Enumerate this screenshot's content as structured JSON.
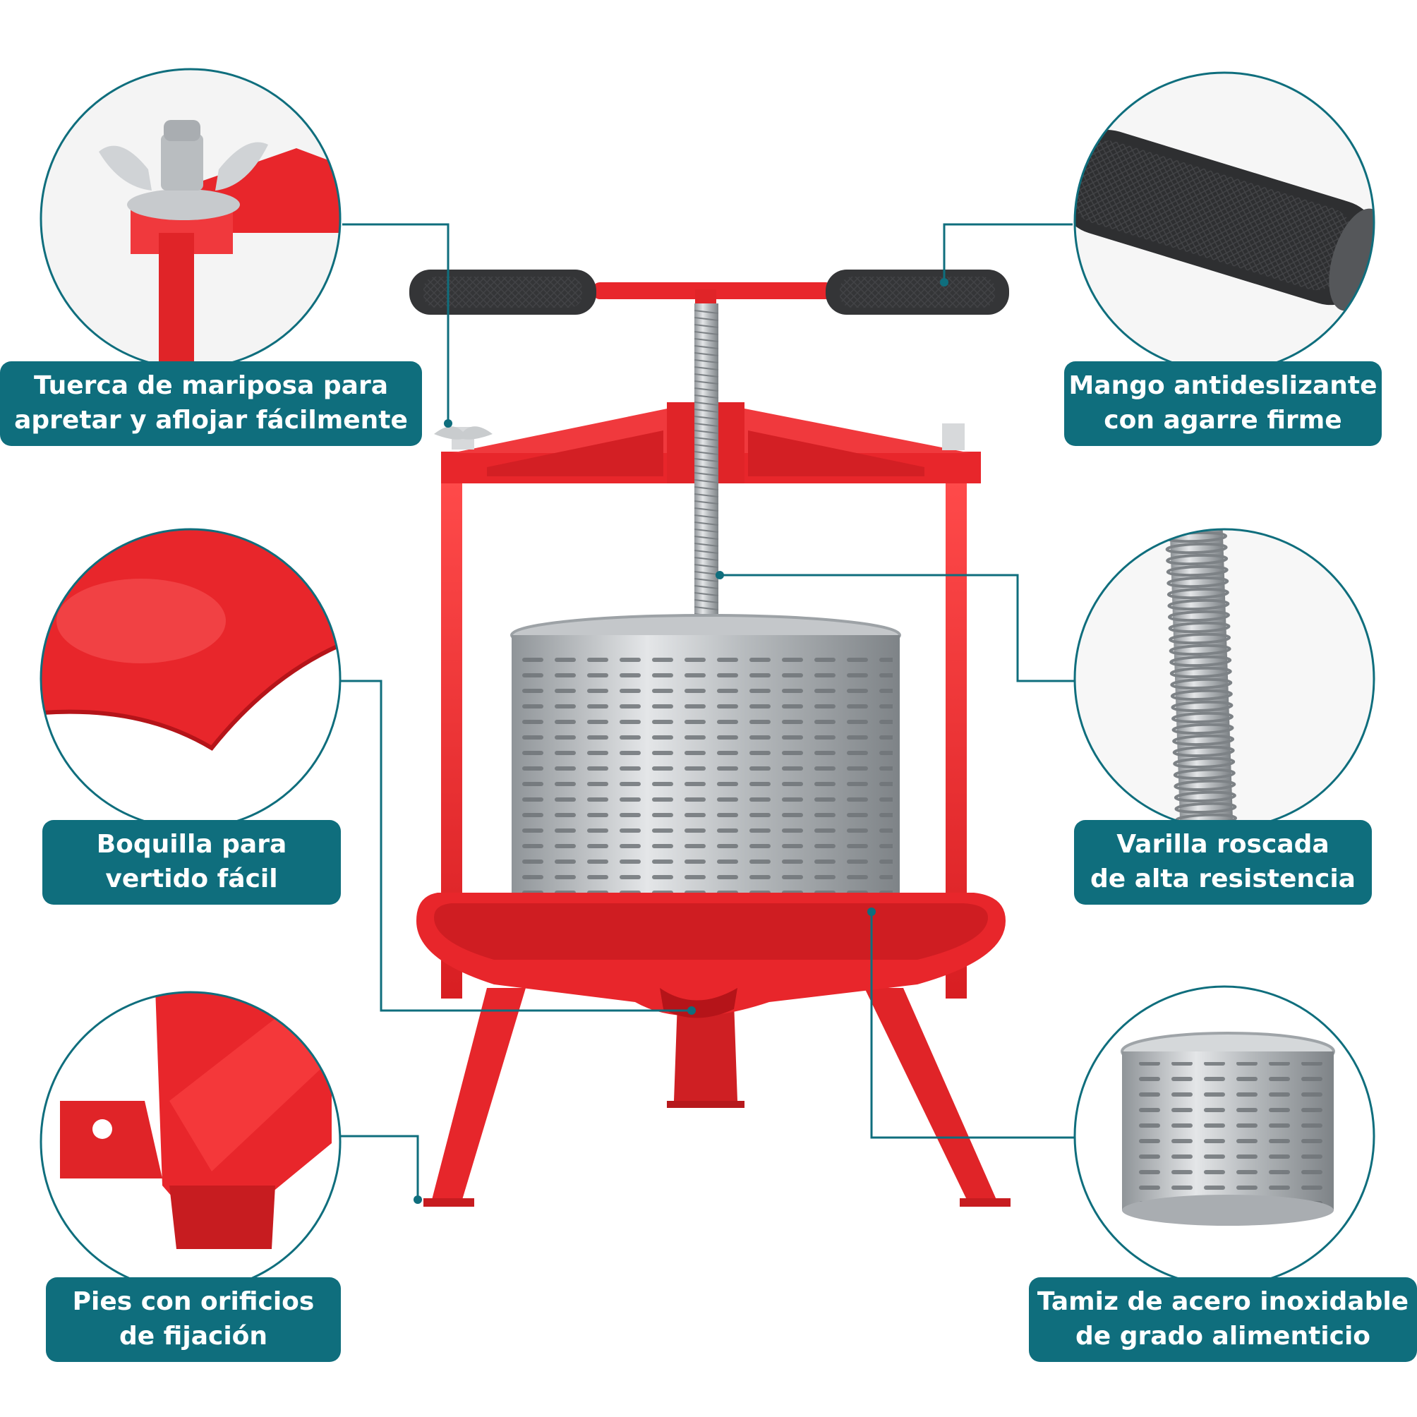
{
  "colors": {
    "teal": "#0f6e7d",
    "red": "#e8262b",
    "red_dark": "#b51419",
    "steel": "#bfc3c6",
    "rubber": "#3a3b3d"
  },
  "icons": {
    "wing_nut": "wing-nut-icon",
    "grip": "handle-grip-icon",
    "spout": "spout-icon",
    "rod": "threaded-rod-icon",
    "foot": "foot-mount-icon",
    "basket": "steel-basket-icon"
  },
  "features": {
    "wing_nut": {
      "line1": "Tuerca de mariposa para",
      "line2": "apretar y aflojar fácilmente"
    },
    "handle": {
      "line1": "Mango antideslizante",
      "line2": "con agarre firme"
    },
    "spout": {
      "line1": "Boquilla para",
      "line2": "vertido fácil"
    },
    "rod": {
      "line1": "Varilla roscada",
      "line2": "de alta resistencia"
    },
    "feet": {
      "line1": "Pies con orificios",
      "line2": "de fijación"
    },
    "basket": {
      "line1": "Tamiz de acero inoxidable",
      "line2": "de grado alimenticio"
    }
  }
}
